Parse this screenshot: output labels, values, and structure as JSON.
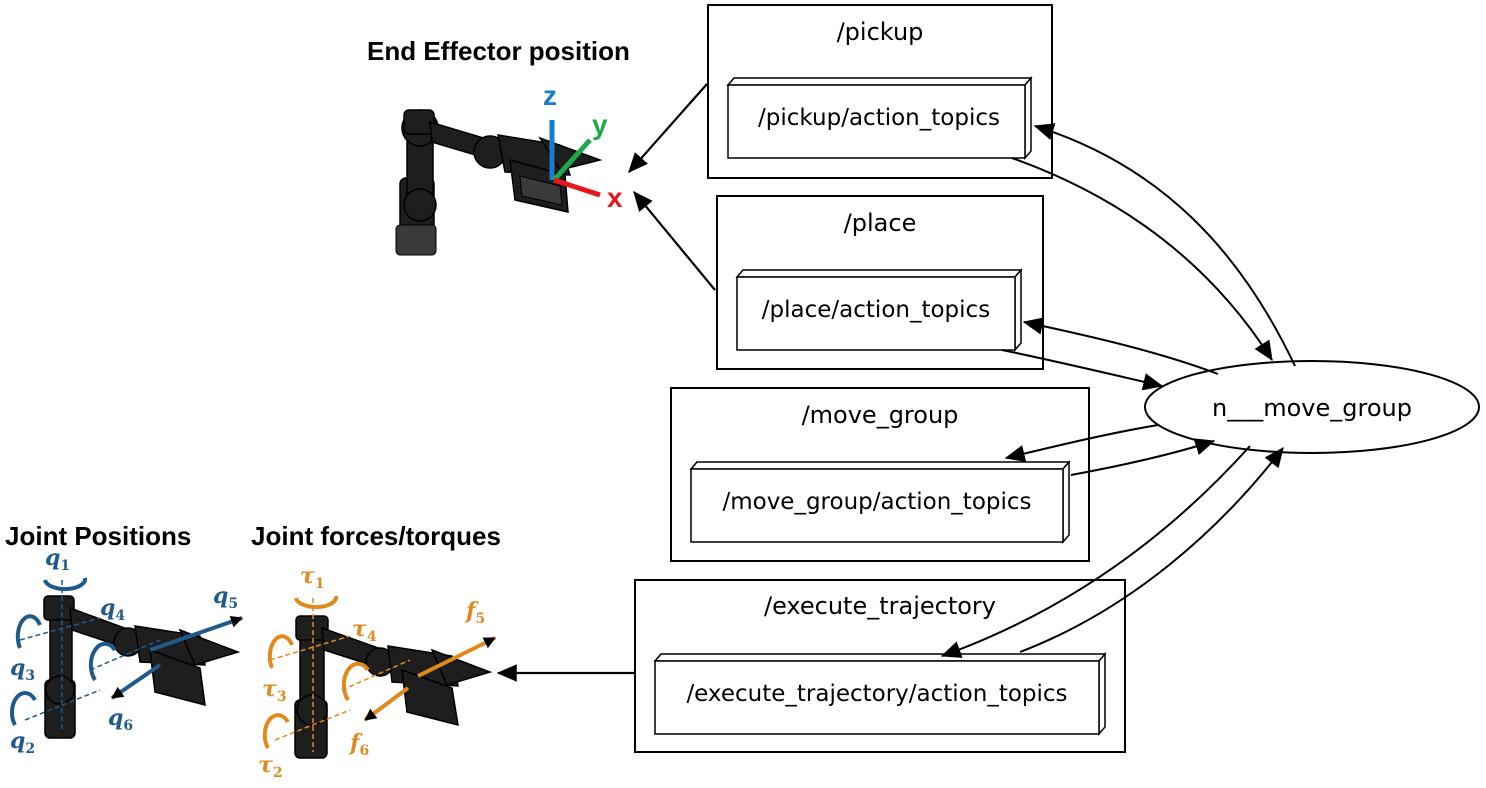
{
  "captions": {
    "end_effector": "End Effector position",
    "joint_positions": "Joint Positions",
    "joint_forces": "Joint forces/torques"
  },
  "axes": {
    "x": "x",
    "y": "y",
    "z": "z",
    "x_color": "#e8161b",
    "y_color": "#1ea84a",
    "z_color": "#1a7ccf"
  },
  "joint_position_symbols": [
    {
      "base": "q",
      "sub": "1"
    },
    {
      "base": "q",
      "sub": "2"
    },
    {
      "base": "q",
      "sub": "3"
    },
    {
      "base": "q",
      "sub": "4"
    },
    {
      "base": "q",
      "sub": "5"
    },
    {
      "base": "q",
      "sub": "6"
    }
  ],
  "joint_force_symbols": [
    {
      "base": "τ",
      "sub": "1"
    },
    {
      "base": "τ",
      "sub": "2"
    },
    {
      "base": "τ",
      "sub": "3"
    },
    {
      "base": "τ",
      "sub": "4"
    },
    {
      "base": "f",
      "sub": "5"
    },
    {
      "base": "f",
      "sub": "6"
    }
  ],
  "colors": {
    "joint_positions": "#1f5a8a",
    "joint_forces": "#e08a1e"
  },
  "namespaces": [
    {
      "name": "/pickup",
      "topic": "/pickup/action_topics"
    },
    {
      "name": "/place",
      "topic": "/place/action_topics"
    },
    {
      "name": "/move_group",
      "topic": "/move_group/action_topics"
    },
    {
      "name": "/execute_trajectory",
      "topic": "/execute_trajectory/action_topics"
    }
  ],
  "node": {
    "label": "n___move_group"
  }
}
